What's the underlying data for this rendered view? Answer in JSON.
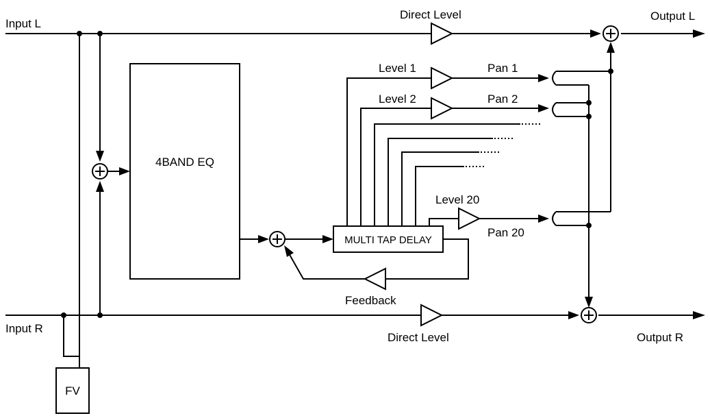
{
  "labels": {
    "input_l": "Input L",
    "input_r": "Input R",
    "output_l": "Output L",
    "output_r": "Output R",
    "direct_level_top": "Direct Level",
    "direct_level_bottom": "Direct Level",
    "eq": "4BAND EQ",
    "delay": "MULTI TAP DELAY",
    "feedback": "Feedback",
    "fv": "FV",
    "level_1": "Level 1",
    "level_2": "Level 2",
    "level_20": "Level 20",
    "pan_1": "Pan 1",
    "pan_2": "Pan 2",
    "pan_20": "Pan 20"
  }
}
